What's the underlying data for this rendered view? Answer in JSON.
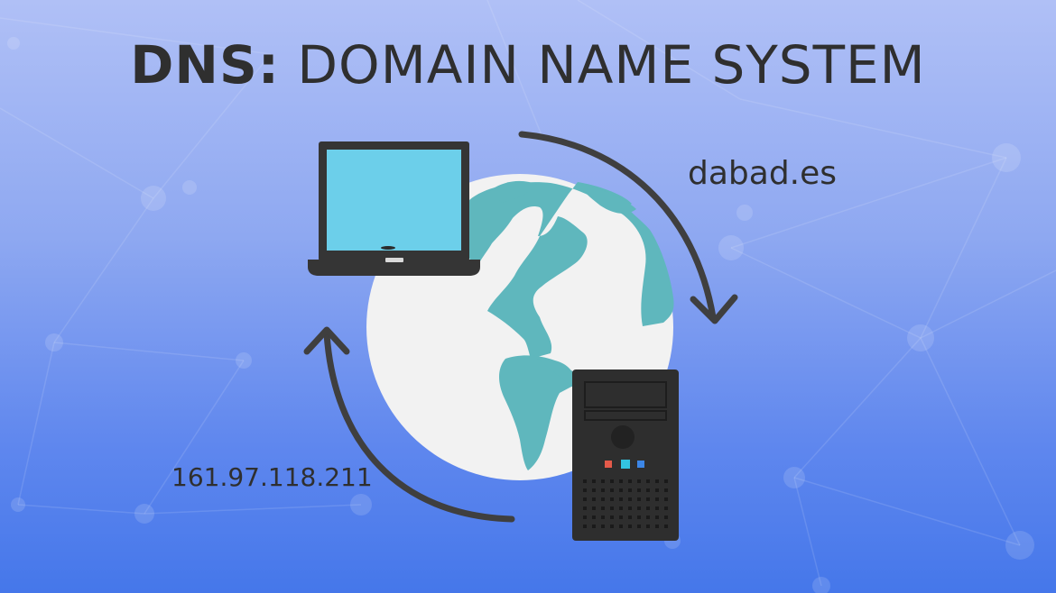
{
  "title": {
    "bold": "DNS:",
    "rest": " DOMAIN NAME SYSTEM"
  },
  "domain_label": "dabad.es",
  "ip_label": "161.97.118.211",
  "colors": {
    "background_top": "#b0c0f6",
    "background_bottom": "#4577ea",
    "arrow": "#3f3f3f",
    "globe_land": "#5fb7bd",
    "globe_ocean": "#f2f2f2",
    "screen": "#6ccfea",
    "server_body": "#2e2e2e",
    "led_red": "#e45a4a",
    "led_cyan": "#33c4e0",
    "led_blue": "#3c86e6"
  },
  "icons": [
    "laptop-icon",
    "globe-icon",
    "server-icon",
    "arrow-right-down-icon",
    "arrow-left-up-icon"
  ]
}
